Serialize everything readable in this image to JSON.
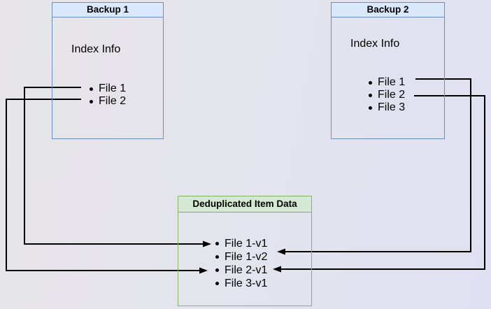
{
  "nodes": {
    "backup1": {
      "title": "Backup 1",
      "subtitle": "Index Info",
      "items": [
        "File 1",
        "File 2"
      ],
      "header_fill": "#dae8fc",
      "border_color": "#6c8ebf"
    },
    "backup2": {
      "title": "Backup 2",
      "subtitle": "Index Info",
      "items": [
        "File 1",
        "File 2",
        "File 3"
      ],
      "header_fill": "#dae8fc",
      "border_color": "#6c8ebf"
    },
    "dedup": {
      "title": "Deduplicated Item Data",
      "items": [
        "File 1-v1",
        "File 1-v2",
        "File 2-v1",
        "File 3-v1"
      ],
      "header_fill": "#d5e8d4",
      "border_color": "#82b366"
    }
  },
  "connections": [
    {
      "from": "Backup 1 / File 1",
      "to": "File 1-v1"
    },
    {
      "from": "Backup 1 / File 2",
      "to": "File 2-v1"
    },
    {
      "from": "Backup 2 / File 1",
      "to": "File 1-v2"
    },
    {
      "from": "Backup 2 / File 2",
      "to": "File 2-v1"
    }
  ],
  "connector_color": "#000000",
  "background_colors": {
    "left": "#e7e5e8",
    "right": "#dfe1f2"
  }
}
